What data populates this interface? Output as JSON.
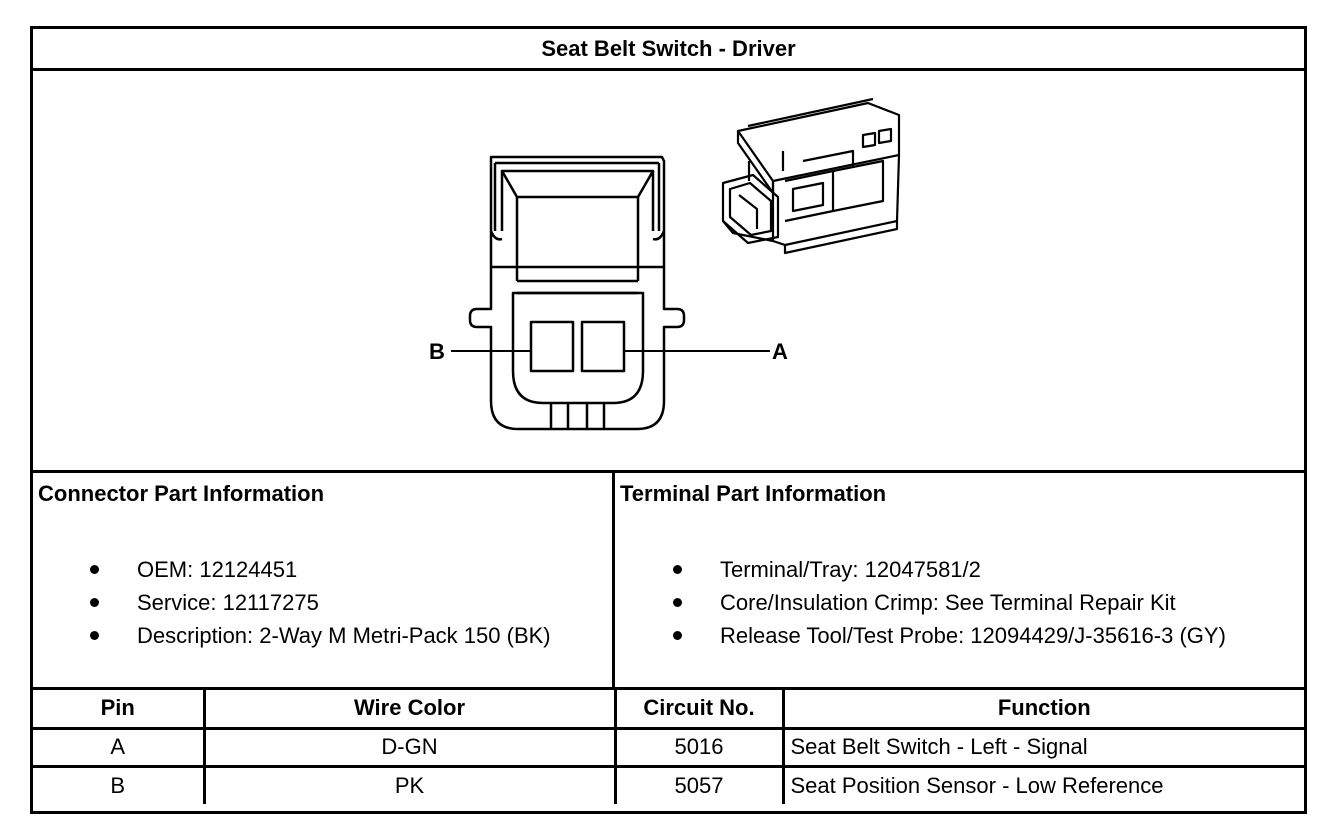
{
  "title": "Seat Belt Switch - Driver",
  "drawing": {
    "pin_labels": [
      "B",
      "A"
    ]
  },
  "connector": {
    "heading": "Connector Part Information",
    "items": [
      "OEM: 12124451",
      "Service: 12117275",
      "Description: 2-Way M Metri-Pack 150 (BK)"
    ]
  },
  "terminal": {
    "heading": "Terminal Part Information",
    "items": [
      "Terminal/Tray: 12047581/2",
      "Core/Insulation Crimp: See Terminal Repair Kit",
      "Release Tool/Test Probe: 12094429/J-35616-3 (GY)"
    ]
  },
  "pin_table": {
    "headers": [
      "Pin",
      "Wire Color",
      "Circuit No.",
      "Function"
    ],
    "rows": [
      [
        "A",
        "D-GN",
        "5016",
        "Seat Belt Switch - Left - Signal"
      ],
      [
        "B",
        "PK",
        "5057",
        "Seat Position Sensor - Low Reference"
      ]
    ]
  }
}
